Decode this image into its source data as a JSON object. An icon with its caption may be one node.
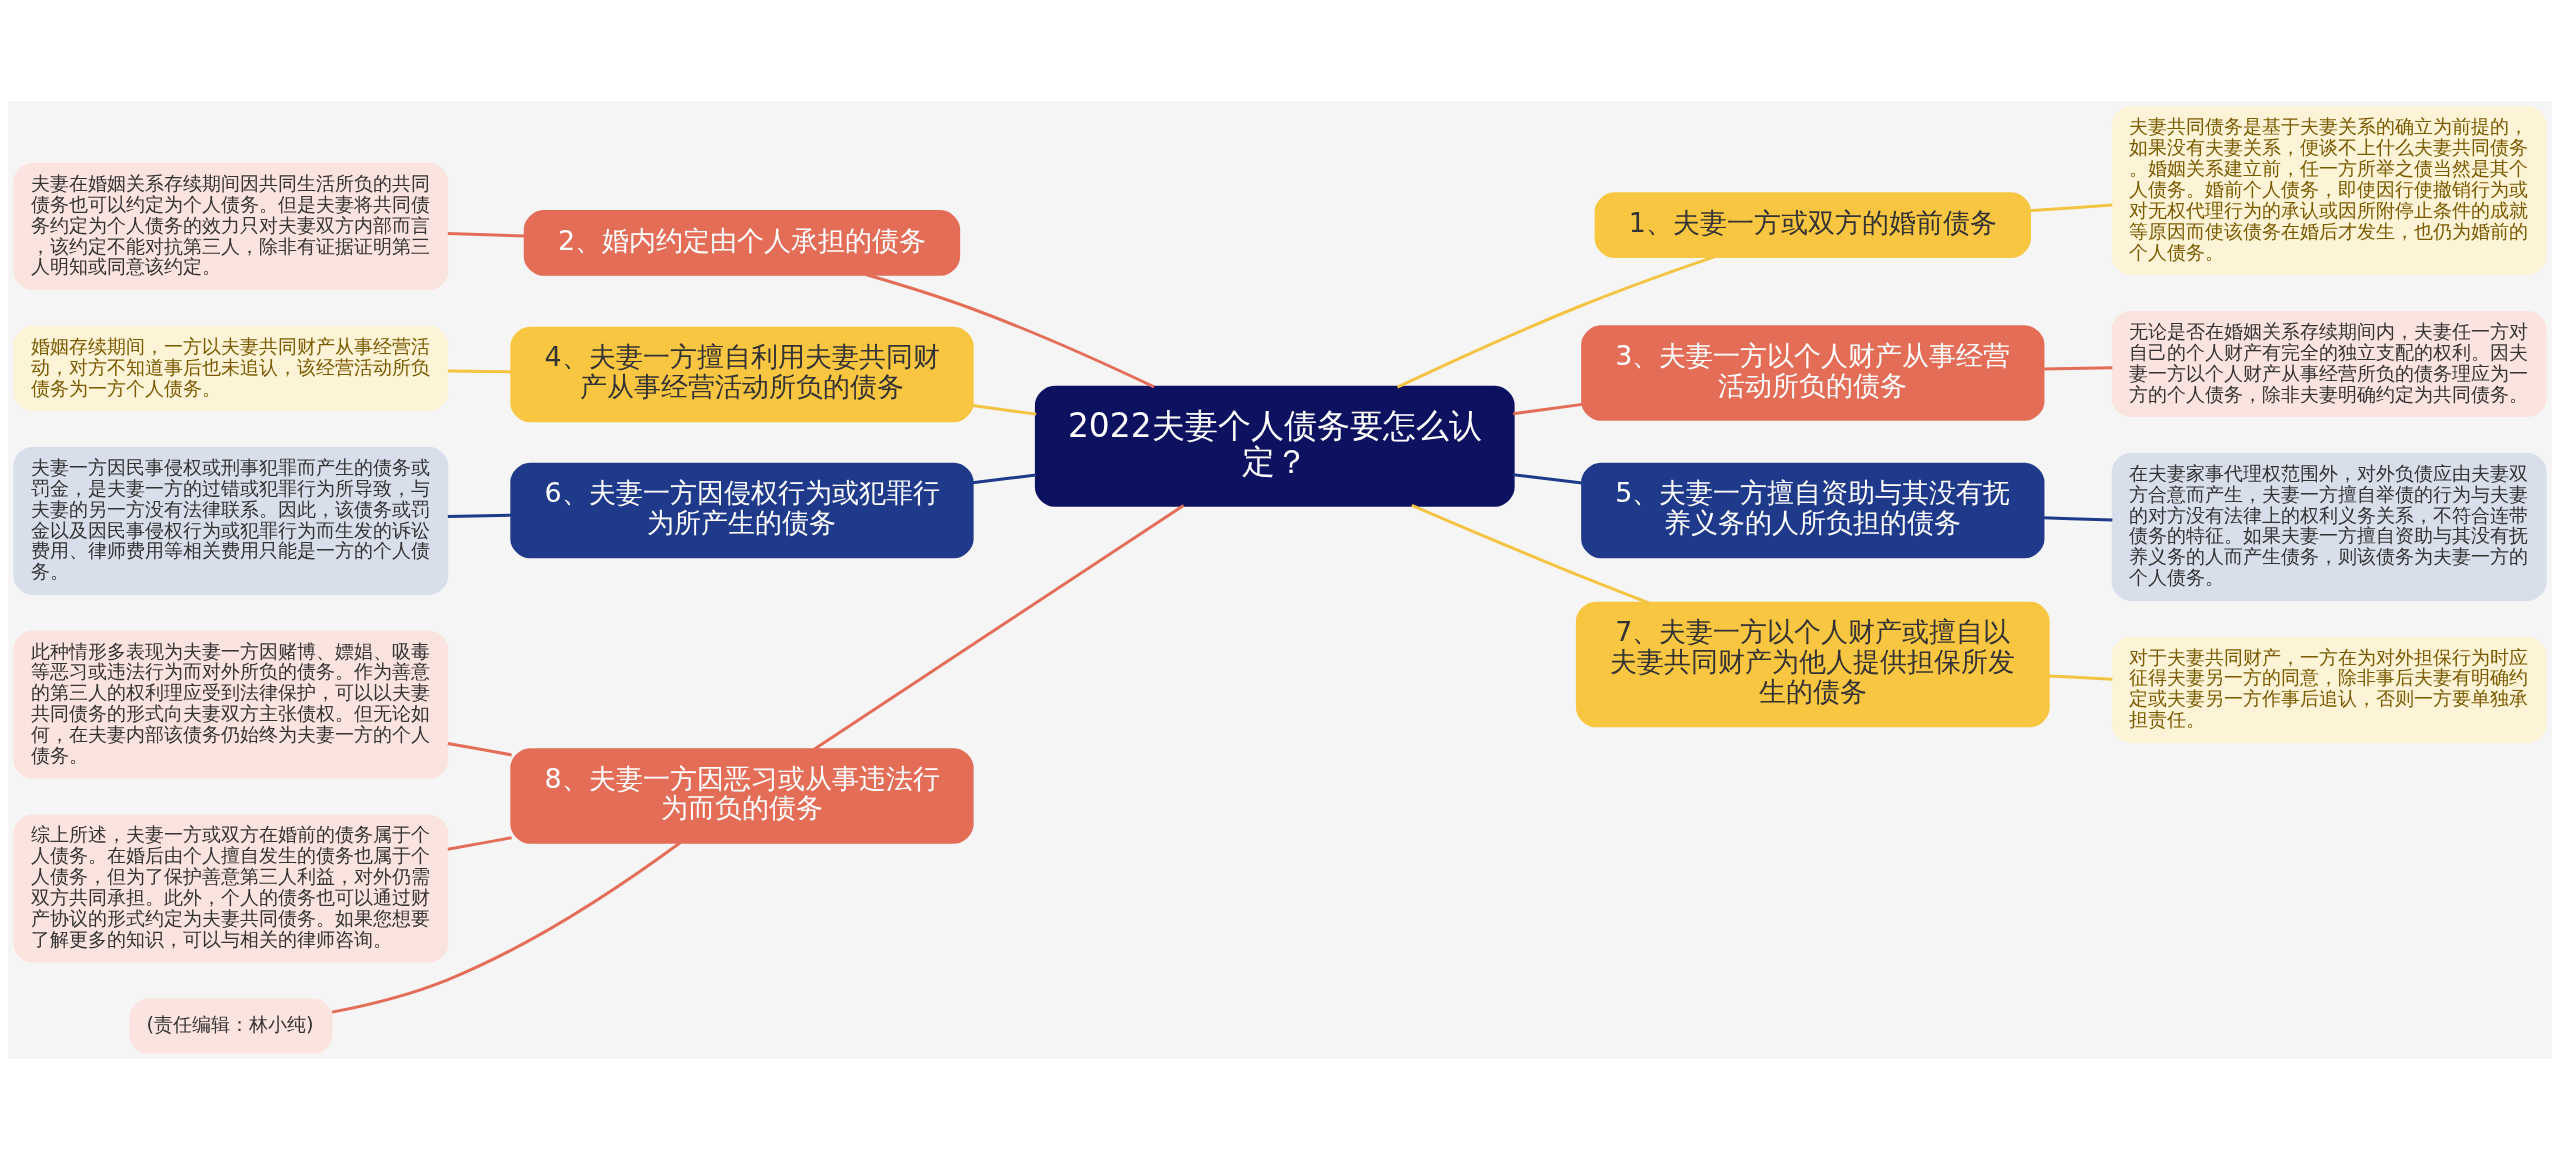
{
  "diagram": {
    "nodes": [
      {
        "text": [
          "2022夫妻个人债务要怎么认定？"
        ]
      },
      {
        "text": [
          "1、夫妻一方或双方的婚前债务"
        ]
      },
      {
        "text": [
          "夫妻共同债务是基于夫妻关系的确立为前提的，如果没有夫妻关系，便谈不上什么夫妻共同债务。婚姻关系建立前，任一方所举之债当然是其个人债务。婚前个人债务，即使因行使撤销行为或对无权代理行为的承认或因所附停止条件的成就等原因而使该债务在婚后才发生，也仍为婚前的个人债务。"
        ]
      },
      {
        "text": [
          "2、婚内约定由个人承担的债务"
        ]
      },
      {
        "text": [
          "夫妻在婚姻关系存续期间因共同生活所负的共同债务也可以约定为个人债务。但是夫妻将共同债务约定为个人债务的效力只对夫妻双方内部而言，该约定不能对抗第三人，除非有证据证明第三人明知或同意该约定。"
        ]
      },
      {
        "text": [
          "3、夫妻一方以个人财产从事经营活动所负的债务"
        ]
      },
      {
        "text": [
          "无论是否在婚姻关系存续期间内，夫妻任一方对自己的个人财产有完全的独立支配的权利。因夫妻一方以个人财产从事经营所负的债务理应为一方的个人债务，除非夫妻明确约定为共同债务。"
        ]
      },
      {
        "text": [
          "4、夫妻一方擅自利用夫妻共同财产从事经营活动所负的债务"
        ]
      },
      {
        "text": [
          "婚姻存续期间，一方以夫妻共同财产从事经营活动，对方不知道事后也未追认，该经营活动所负债务为一方个人债务。"
        ]
      },
      {
        "text": [
          "5、夫妻一方擅自资助与其没有抚养义务的人所负担的债务"
        ]
      },
      {
        "text": [
          "在夫妻家事代理权范围外，对外负债应由夫妻双方合意而产生，夫妻一方擅自举债的行为与夫妻的对方没有法律上的权利义务关系，不符合连带债务的特征。如果夫妻一方擅自资助与其没有抚养义务的人而产生债务，则该债务为夫妻一方的个人债务。"
        ]
      },
      {
        "text": [
          "6、夫妻一方因侵权行为或犯罪行为所产生的债务"
        ]
      },
      {
        "text": [
          "夫妻一方因民事侵权或刑事犯罪而产生的债务或罚金，是夫妻一方的过错或犯罪行为所导致，与夫妻的另一方没有法律联系。因此，该债务或罚金以及因民事侵权行为或犯罪行为而生发的诉讼费用、律师费用等相关费用只能是一方的个人债务。"
        ]
      },
      {
        "text": [
          "7、夫妻一方以个人财产或擅自以夫妻共同财产为他人提供担保所发生的债务"
        ]
      },
      {
        "text": [
          "对于夫妻共同财产，一方在为对外担保行为时应征得夫妻另一方的同意，除非事后夫妻有明确约定或夫妻另一方作事后追认，否则一方要单独承担责任。"
        ]
      },
      {
        "text": [
          "8、夫妻一方因恶习或从事违法行为而负的债务"
        ]
      },
      {
        "text": [
          "此种情形多表现为夫妻一方因赌博、嫖娼、吸毒等恶习或违法行为而对外所负的债务。作为善意的第三人的权利理应受到法律保护，可以以夫妻共同债务的形式向夫妻双方主张债权。但无论如何，在夫妻内部该债务仍始终为夫妻一方的个人债务。"
        ]
      },
      {
        "text": [
          "综上所述，夫妻一方或双方在婚前的债务属于个人债务。在婚后由个人擅自发生的债务也属于个人债务，但为了保护善意第三人利益，对外仍需双方共同承担。此外，个人的债务也可以通过财产协议的形式约定为夫妻共同债务。如果您想要了解更多的知识，可以与相关的律师咨询。"
        ]
      },
      {
        "text": [
          "(责任编辑：林小纯)"
        ]
      }
    ],
    "edges": [
      {
        "from": 0,
        "to": 1,
        "arrow": "none",
        "color": "#f5c342"
      },
      {
        "from": 1,
        "to": 2,
        "arrow": "none",
        "color": "#f5c342"
      },
      {
        "from": 3,
        "to": 0,
        "arrow": "none"
      },
      {
        "from": 4,
        "to": 3,
        "arrow": "none"
      },
      {
        "from": 0,
        "to": 5,
        "arrow": "none"
      },
      {
        "from": 5,
        "to": 6,
        "arrow": "none"
      },
      {
        "from": 7,
        "to": 0,
        "arrow": "none",
        "color": "#f5c342"
      },
      {
        "from": 8,
        "to": 7,
        "arrow": "none",
        "color": "#f5c342"
      },
      {
        "from": 0,
        "to": 9,
        "arrow": "none",
        "color": "#1e3a8a"
      },
      {
        "from": 9,
        "to": 10,
        "arrow": "none",
        "color": "#1e3a8a"
      },
      {
        "from": 11,
        "to": 0,
        "arrow": "none",
        "color": "#1e3a8a"
      },
      {
        "from": 12,
        "to": 11,
        "arrow": "none",
        "color": "#1e3a8a"
      },
      {
        "from": 0,
        "to": 13,
        "arrow": "none",
        "color": "#f5c342"
      },
      {
        "from": 13,
        "to": 14,
        "arrow": "none",
        "color": "#f5c342"
      },
      {
        "from": 15,
        "to": 0,
        "arrow": "none"
      },
      {
        "from": 16,
        "to": 15,
        "arrow": "none"
      },
      {
        "from": 17,
        "to": 15,
        "arrow": "none"
      },
      {
        "from": 18,
        "to": 15,
        "arrow": "none"
      }
    ]
  }
}
